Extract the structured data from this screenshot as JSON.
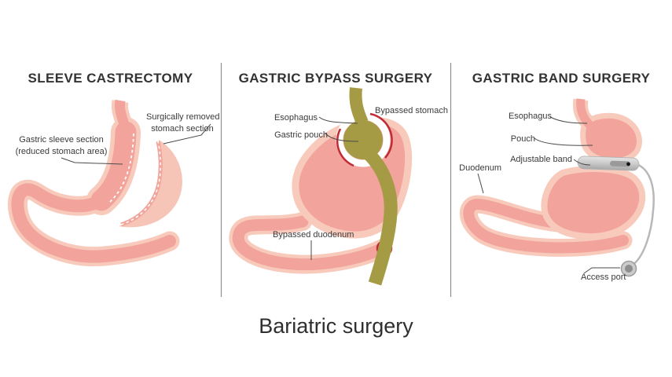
{
  "caption": "Bariatric surgery",
  "panels": [
    {
      "title": "SLEEVE CASTRECTOMY",
      "labels": {
        "sleeve_line1": "Gastric sleeve section",
        "sleeve_line2": "(reduced stomach area)",
        "removed_line1": "Surgically removed",
        "removed_line2": "stomach section"
      }
    },
    {
      "title": "GASTRIC BYPASS SURGERY",
      "labels": {
        "esophagus": "Esophagus",
        "gastric_pouch": "Gastric pouch",
        "bypassed_stomach": "Bypassed stomach",
        "bypassed_duodenum": "Bypassed duodenum"
      }
    },
    {
      "title": "GASTRIC BAND SURGERY",
      "labels": {
        "esophagus": "Esophagus",
        "pouch": "Pouch",
        "adjustable_band": "Adjustable band",
        "duodenum": "Duodenum",
        "access_port": "Access port"
      }
    }
  ],
  "colors": {
    "organ_fill": "#f2a39b",
    "organ_outline": "#f8cabc",
    "removed_section_fill": "#f7c5b7",
    "bypass_limb_olive": "#a69b45",
    "cut_line_red": "#c22b35",
    "band_gray": "#c6c6c6",
    "leader_line": "#4a4a4a",
    "text": "#3a3a3a"
  }
}
